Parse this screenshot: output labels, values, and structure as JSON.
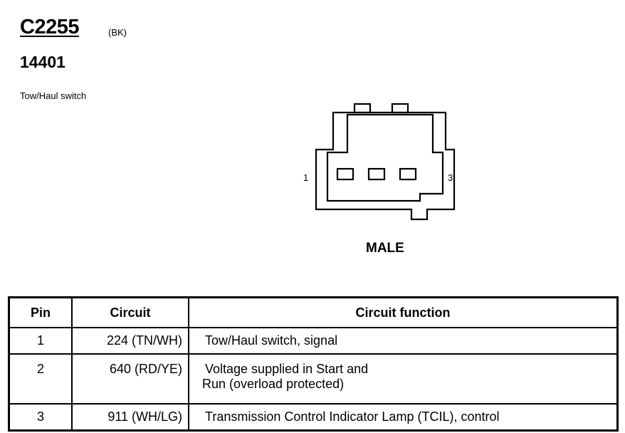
{
  "header": {
    "connector_id": "C2255",
    "connector_color": "(BK)",
    "part_number": "14401",
    "component_name": "Tow/Haul switch"
  },
  "connector": {
    "gender": "MALE",
    "pin_label_left": "1",
    "pin_label_right": "3"
  },
  "table": {
    "headers": {
      "pin": "Pin",
      "circuit": "Circuit",
      "function": "Circuit function"
    },
    "rows": [
      {
        "pin": "1",
        "circuit": "224 (TN/WH)",
        "function_lines": [
          "Tow/Haul switch, signal"
        ]
      },
      {
        "pin": "2",
        "circuit": "640 (RD/YE)",
        "function_lines": [
          "Voltage supplied in Start and",
          "Run (overload protected)"
        ]
      },
      {
        "pin": "3",
        "circuit": "911 (WH/LG)",
        "function_lines": [
          "Transmission Control Indicator Lamp (TCIL), control"
        ]
      }
    ]
  }
}
